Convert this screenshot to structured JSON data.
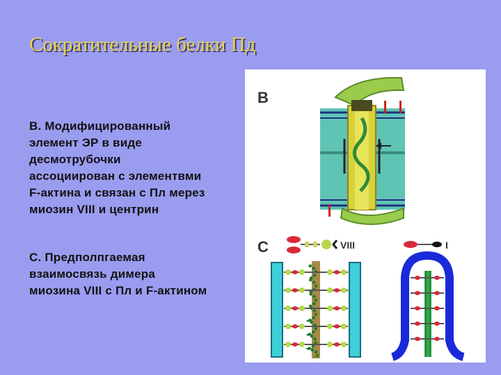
{
  "slide": {
    "title": "Сократительные белки Пд",
    "paragraph_b": [
      "В. Модифицированный",
      "элемент ЭР в виде",
      "десмотрубочки",
      "ассоциирован с элементвми",
      "F-актина и связан с Пл мерез",
      "миозин VIII и центрин"
    ],
    "paragraph_c": [
      "С. Предполпгаемая",
      "взаимосвязь димера",
      "миозина VIII с Пл и F-актином"
    ]
  },
  "figure": {
    "panel_b_letter": "B",
    "panel_c_letter": "C",
    "label_viii": "VIII",
    "label_i": "I"
  }
}
